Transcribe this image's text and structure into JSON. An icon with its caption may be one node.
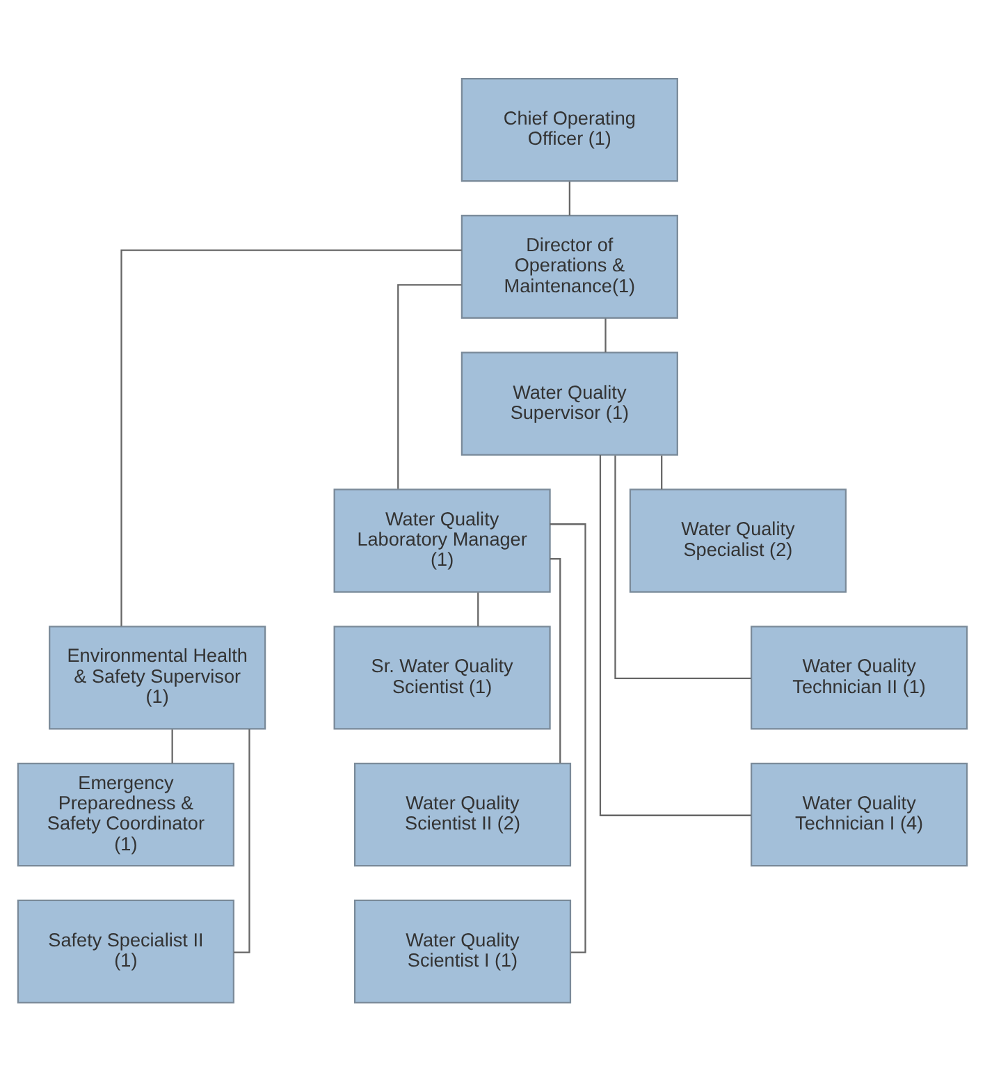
{
  "diagram": {
    "nodes": [
      {
        "text": [
          "Chief Operating Officer (1)"
        ]
      },
      {
        "text": [
          "Director of Operations & Maintenance(1)"
        ]
      },
      {
        "text": [
          "Water Quality Supervisor (1)"
        ]
      },
      {
        "text": [
          "Water Quality Laboratory Manager (1)"
        ]
      },
      {
        "text": [
          "Environmental Health & Safety Supervisor (1)"
        ]
      },
      {
        "text": [
          "Water Quality Specialist (2)"
        ]
      },
      {
        "text": [
          "Water Quality Technician II (1)"
        ]
      },
      {
        "text": [
          "Water Quality Technician I (4)"
        ]
      },
      {
        "text": [
          "Sr. Water Quality Scientist (1)"
        ]
      },
      {
        "text": [
          "Water Quality Scientist II (2)"
        ]
      },
      {
        "text": [
          "Water Quality Scientist I (1)"
        ]
      },
      {
        "text": [
          "Emergency Preparedness & Safety Coordinator (1)"
        ]
      },
      {
        "text": [
          "Safety Specialist II (1)"
        ]
      }
    ],
    "edges": [
      {
        "from": 0,
        "to": 1,
        "arrow": "none"
      },
      {
        "from": 1,
        "to": 2,
        "arrow": "none"
      },
      {
        "from": 1,
        "to": 3,
        "arrow": "none"
      },
      {
        "from": 1,
        "to": 4,
        "arrow": "none"
      },
      {
        "from": 2,
        "to": 5,
        "arrow": "none"
      },
      {
        "from": 2,
        "to": 6,
        "arrow": "none"
      },
      {
        "from": 2,
        "to": 7,
        "arrow": "none"
      },
      {
        "from": 3,
        "to": 8,
        "arrow": "none"
      },
      {
        "from": 3,
        "to": 9,
        "arrow": "none"
      },
      {
        "from": 3,
        "to": 10,
        "arrow": "none"
      },
      {
        "from": 4,
        "to": 11,
        "arrow": "none"
      },
      {
        "from": 4,
        "to": 12,
        "arrow": "none"
      }
    ]
  }
}
